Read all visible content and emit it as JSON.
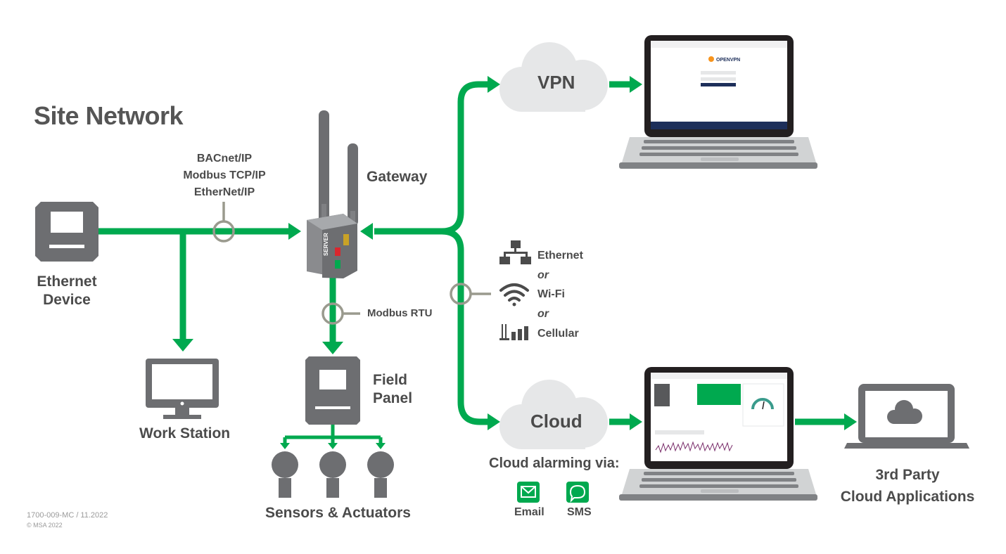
{
  "title": "Site Network",
  "labels": {
    "protocols": [
      "BACnet/IP",
      "Modbus TCP/IP",
      "EtherNet/IP"
    ],
    "gateway": "Gateway",
    "ethernet_device": [
      "Ethernet",
      "Device"
    ],
    "work_station": "Work Station",
    "modbus_rtu": "Modbus RTU",
    "field_panel": [
      "Field",
      "Panel"
    ],
    "sensors": "Sensors & Actuators",
    "vpn": "VPN",
    "cloud": "Cloud",
    "connectivity": {
      "ethernet": "Ethernet",
      "or1": "or",
      "wifi": "Wi-Fi",
      "or2": "or",
      "cellular": "Cellular"
    },
    "cloud_alarming": "Cloud alarming via:",
    "email": "Email",
    "sms": "SMS",
    "third_party": [
      "3rd Party",
      "Cloud Applications"
    ],
    "gateway_brand": "SERVER",
    "vpn_screen_logo": "OPENVPN"
  },
  "footer": {
    "code": "1700-009-MC / 11.2022",
    "copyright": "© MSA 2022"
  },
  "colors": {
    "green": "#00a94f",
    "gray": "#6d6e71",
    "light_gray": "#e6e7e8",
    "ring": "#9a9a8e",
    "screen_blue": "#1d2f5a"
  }
}
